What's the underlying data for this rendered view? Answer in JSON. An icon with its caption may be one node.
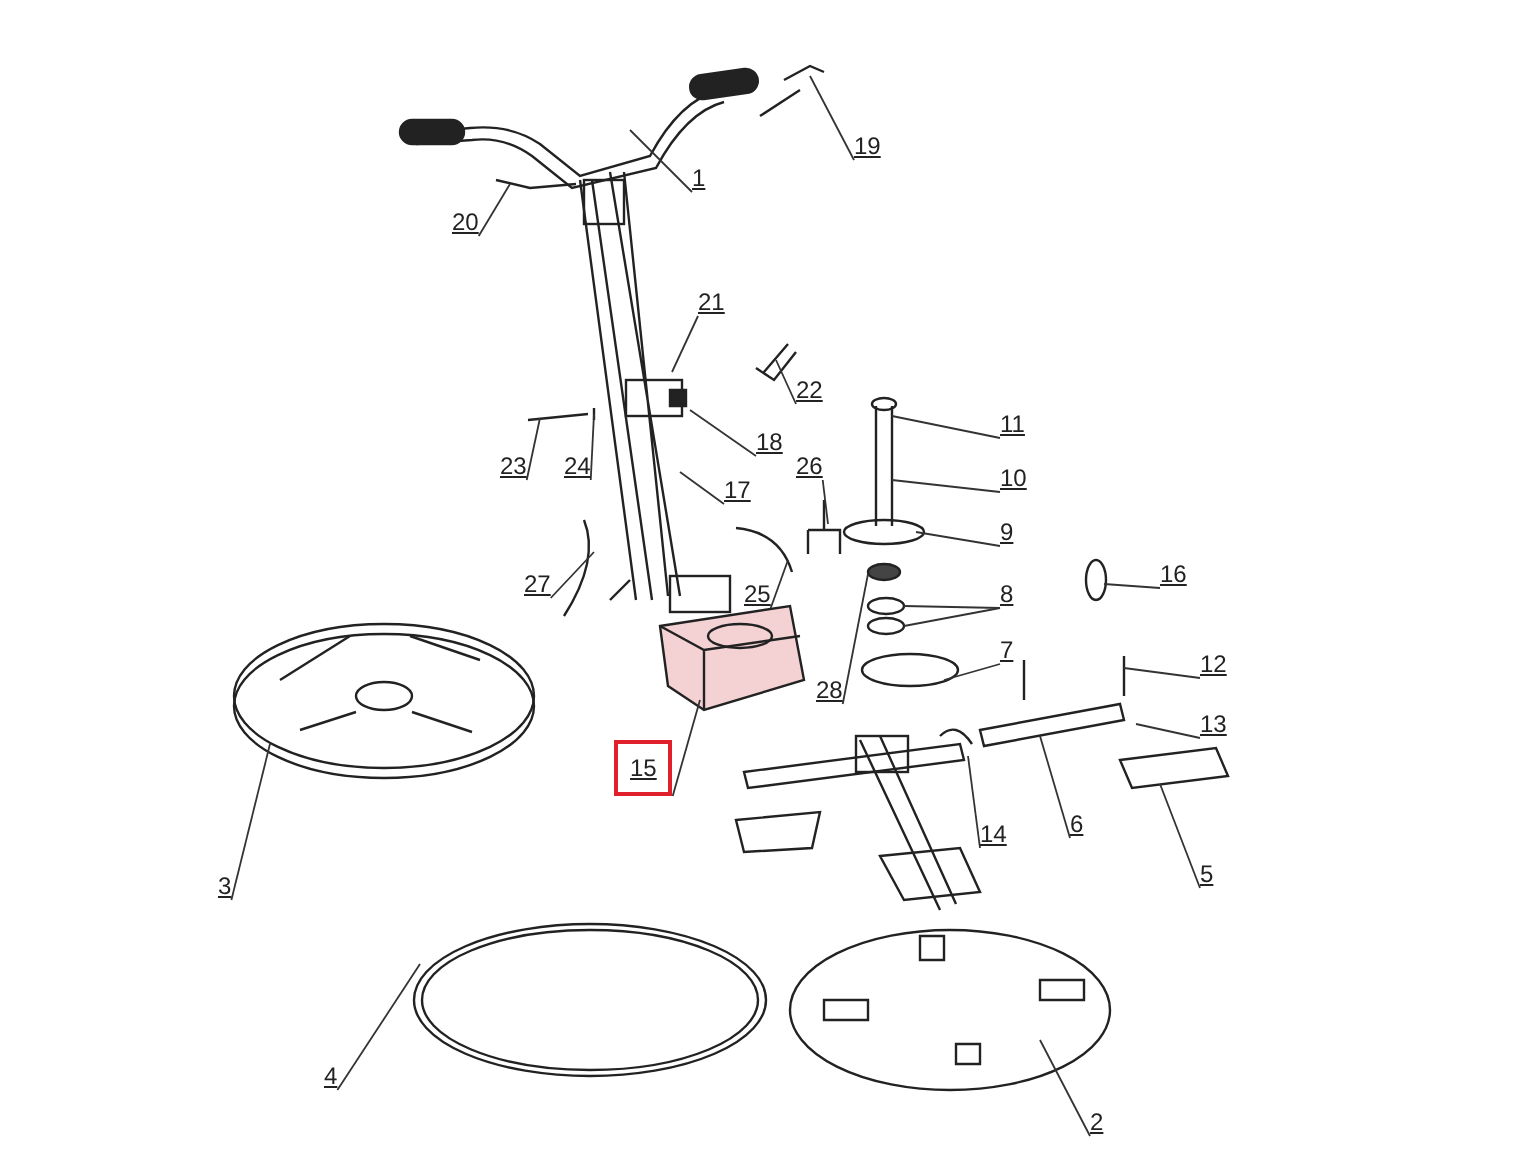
{
  "diagram": {
    "nodes": [
      {
        "text": [
          "19"
        ]
      },
      {
        "text": [
          "1"
        ]
      },
      {
        "text": [
          "20"
        ]
      },
      {
        "text": [
          "21"
        ]
      },
      {
        "text": [
          "22"
        ]
      },
      {
        "text": [
          "18"
        ]
      },
      {
        "text": [
          "23"
        ]
      },
      {
        "text": [
          "24"
        ]
      },
      {
        "text": [
          "26"
        ]
      },
      {
        "text": [
          "17"
        ]
      },
      {
        "text": [
          "11"
        ]
      },
      {
        "text": [
          "10"
        ]
      },
      {
        "text": [
          "9"
        ]
      },
      {
        "text": [
          "27"
        ]
      },
      {
        "text": [
          "25"
        ]
      },
      {
        "text": [
          "28"
        ]
      },
      {
        "text": [
          "8"
        ]
      },
      {
        "text": [
          "16"
        ]
      },
      {
        "text": [
          "12"
        ]
      },
      {
        "text": [
          "7"
        ]
      },
      {
        "text": [
          "13"
        ]
      },
      {
        "text": [
          "15"
        ]
      },
      {
        "text": [
          "6"
        ]
      },
      {
        "text": [
          "14"
        ]
      },
      {
        "text": [
          "5"
        ]
      },
      {
        "text": [
          "3"
        ]
      },
      {
        "text": [
          "4"
        ]
      },
      {
        "text": [
          "2"
        ]
      }
    ],
    "edges": [
      {
        "from": 0,
        "to": null,
        "arrow": "none"
      },
      {
        "from": 1,
        "to": null,
        "arrow": "none"
      },
      {
        "from": 2,
        "to": null,
        "arrow": "none"
      },
      {
        "from": 3,
        "to": null,
        "arrow": "none"
      },
      {
        "from": 4,
        "to": null,
        "arrow": "none"
      },
      {
        "from": 5,
        "to": null,
        "arrow": "none"
      },
      {
        "from": 6,
        "to": null,
        "arrow": "none"
      },
      {
        "from": 7,
        "to": null,
        "arrow": "none"
      },
      {
        "from": 8,
        "to": null,
        "arrow": "none"
      },
      {
        "from": 9,
        "to": null,
        "arrow": "none"
      },
      {
        "from": 10,
        "to": null,
        "arrow": "none"
      },
      {
        "from": 11,
        "to": null,
        "arrow": "none"
      },
      {
        "from": 12,
        "to": null,
        "arrow": "none"
      },
      {
        "from": 13,
        "to": null,
        "arrow": "none"
      },
      {
        "from": 14,
        "to": null,
        "arrow": "none"
      },
      {
        "from": 15,
        "to": null,
        "arrow": "none"
      },
      {
        "from": 16,
        "to": null,
        "arrow": "none"
      },
      {
        "from": 16,
        "to": null,
        "arrow": "none"
      },
      {
        "from": 17,
        "to": null,
        "arrow": "none"
      },
      {
        "from": 18,
        "to": null,
        "arrow": "none"
      },
      {
        "from": 19,
        "to": null,
        "arrow": "none"
      },
      {
        "from": 20,
        "to": null,
        "arrow": "none"
      },
      {
        "from": 21,
        "to": null,
        "arrow": "none",
        "color": "#333333"
      },
      {
        "from": 22,
        "to": null,
        "arrow": "none"
      },
      {
        "from": 23,
        "to": null,
        "arrow": "none"
      },
      {
        "from": 24,
        "to": null,
        "arrow": "none"
      },
      {
        "from": 25,
        "to": null,
        "arrow": "none"
      },
      {
        "from": 26,
        "to": null,
        "arrow": "none"
      },
      {
        "from": 27,
        "to": null,
        "arrow": "none"
      }
    ]
  }
}
